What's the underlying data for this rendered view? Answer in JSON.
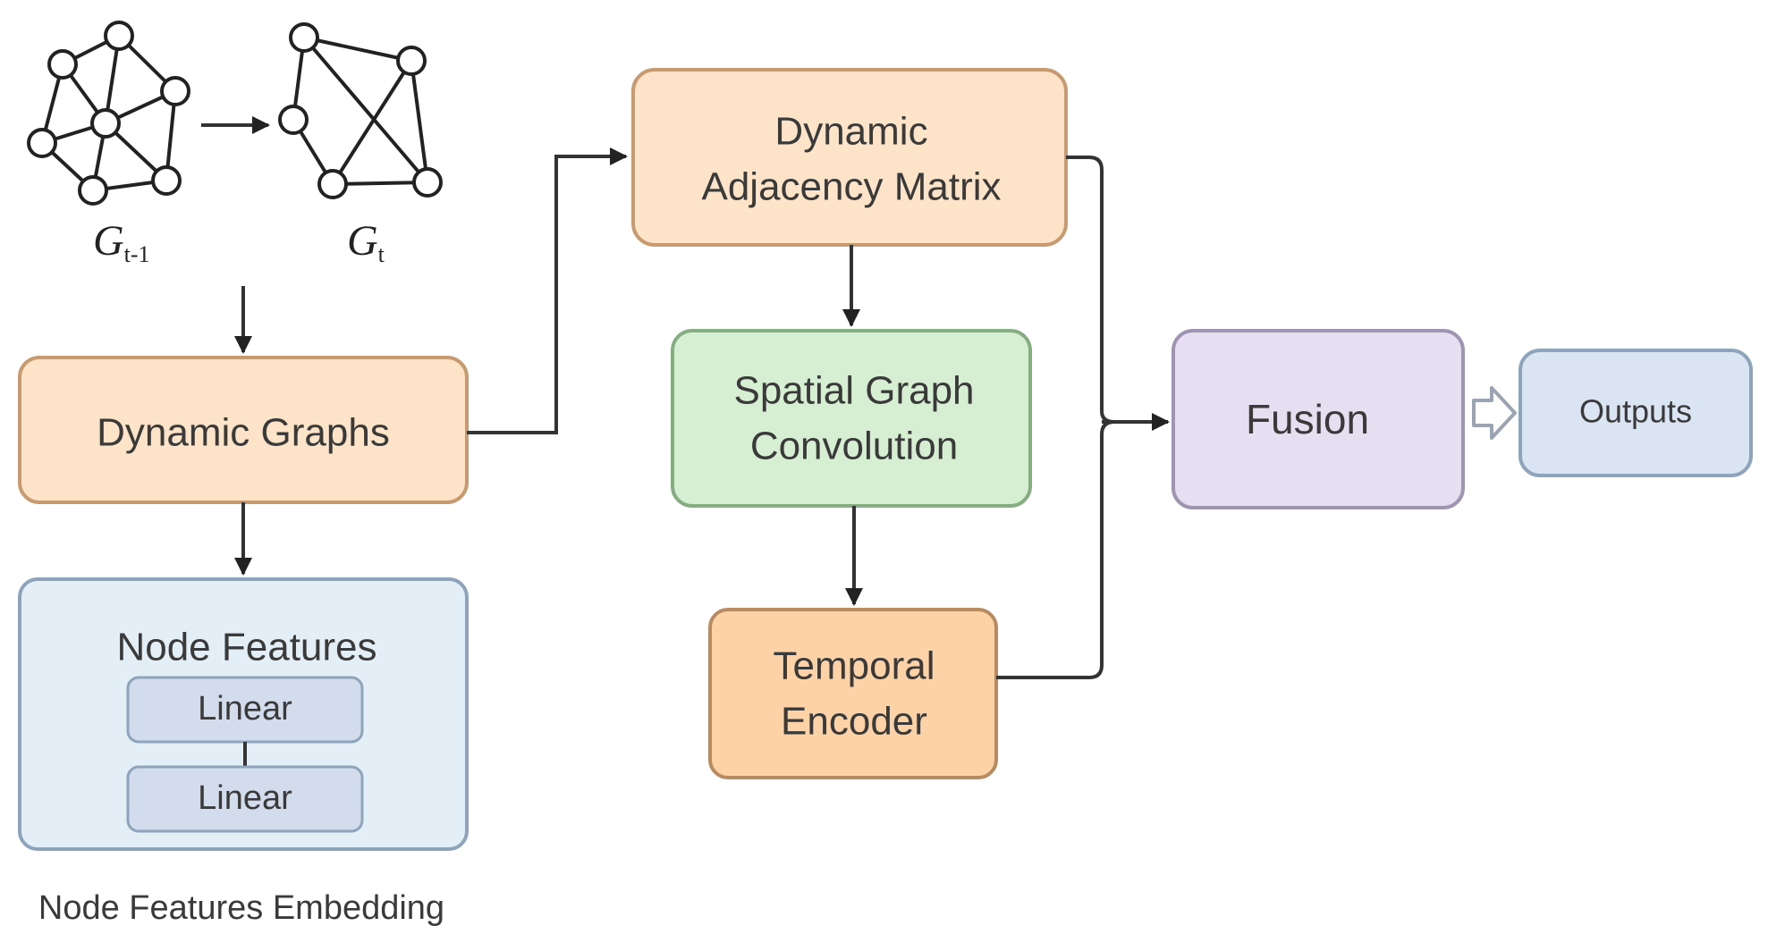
{
  "graphs": {
    "prev_label": "G",
    "prev_subscript": "t-1",
    "curr_label": "G",
    "curr_subscript": "t"
  },
  "boxes": {
    "dynamic_graphs": "Dynamic Graphs",
    "node_features": "Node Features",
    "linear_1": "Linear",
    "linear_2": "Linear",
    "adjacency_line1": "Dynamic",
    "adjacency_line2": "Adjacency Matrix",
    "spatial_line1": "Spatial Graph",
    "spatial_line2": "Convolution",
    "temporal_line1": "Temporal",
    "temporal_line2": "Encoder",
    "fusion": "Fusion",
    "outputs": "Outputs"
  },
  "caption": "Node Features Embedding",
  "colors": {
    "orange_fill": "#fde3c8",
    "orange_stroke": "#c79a70",
    "temporal_fill": "#fdd2a6",
    "green_fill": "#d6efd2",
    "green_stroke": "#86ad82",
    "blue_fill": "#e3eef7",
    "blue_stroke": "#8ea4bb",
    "linear_fill": "#d3dcec",
    "purple_fill": "#e6def1",
    "purple_stroke": "#9f94b2",
    "outputs_fill": "#dbe4f3"
  }
}
